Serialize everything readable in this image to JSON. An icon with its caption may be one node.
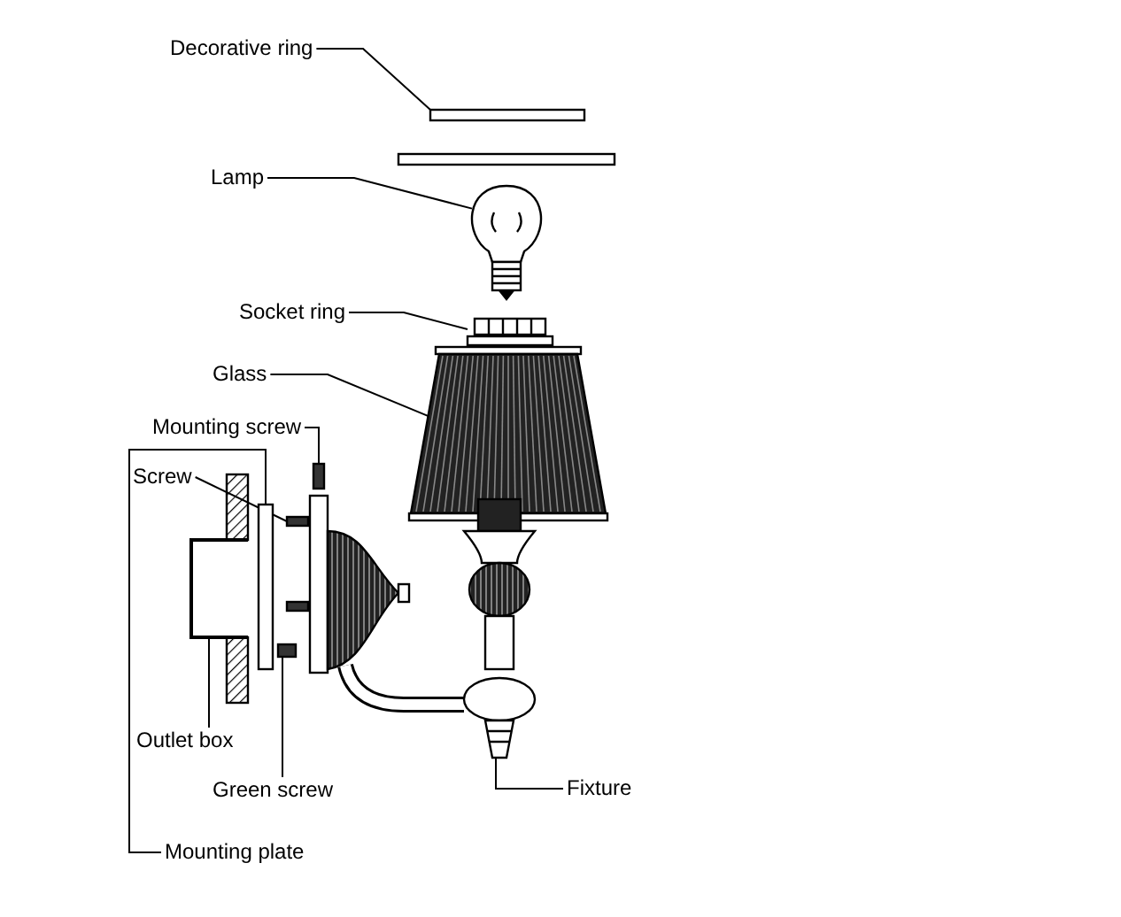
{
  "diagram": {
    "nodes": [
      {
        "text": [
          "Decorative ring"
        ]
      },
      {
        "text": [],
        "shape": "bar"
      },
      {
        "text": [
          "Lamp"
        ]
      },
      {
        "text": [],
        "shape": "picture"
      },
      {
        "text": [
          "Socket ring"
        ]
      },
      {
        "text": [],
        "shape": "picture"
      },
      {
        "text": [
          "Glass"
        ]
      },
      {
        "text": [],
        "shape": "picture"
      },
      {
        "text": [
          "Mounting screw"
        ]
      },
      {
        "text": [],
        "shape": "bar"
      },
      {
        "text": [
          "Screw"
        ]
      },
      {
        "text": [],
        "shape": "bar"
      },
      {
        "text": [
          "Outlet box"
        ]
      },
      {
        "text": [],
        "shape": "picture"
      },
      {
        "text": [
          "Green screw"
        ]
      },
      {
        "text": [],
        "shape": "bar"
      },
      {
        "text": [
          "Fixture"
        ]
      },
      {
        "text": [],
        "shape": "picture"
      },
      {
        "text": [
          "Mounting plate"
        ]
      },
      {
        "text": [],
        "shape": "bar"
      }
    ],
    "edges": [
      {
        "from": 0,
        "to": 1,
        "arrow": "none"
      },
      {
        "from": 2,
        "to": 3,
        "arrow": "none"
      },
      {
        "from": 4,
        "to": 5,
        "arrow": "none"
      },
      {
        "from": 6,
        "to": 7,
        "arrow": "none"
      },
      {
        "from": 8,
        "to": 9,
        "arrow": "none"
      },
      {
        "from": 10,
        "to": 11,
        "arrow": "none"
      },
      {
        "from": 12,
        "to": 13,
        "arrow": "none"
      },
      {
        "from": 14,
        "to": 15,
        "arrow": "none"
      },
      {
        "from": 16,
        "to": 17,
        "arrow": "none"
      },
      {
        "from": 18,
        "to": 19,
        "arrow": "none"
      }
    ]
  }
}
